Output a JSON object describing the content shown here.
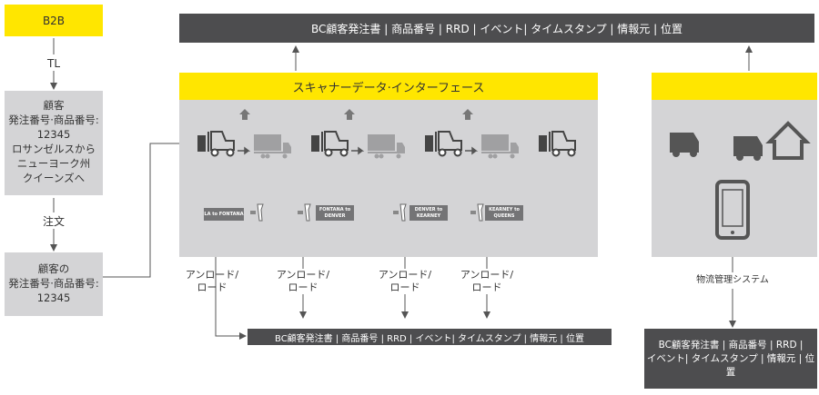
{
  "left": {
    "b2b": "B2B",
    "tl": "TL",
    "customer_box": "顧客\n発注番号·商品番号:\n12345\nロサンゼルスから\nニューヨーク州\nクイーンズへ",
    "order": "注文",
    "order_box": "顧客の\n発注番号·商品番号:\n12345"
  },
  "top_bar": "BC顧客発注書 | 商品番号 | RRD | イベント| タイムスタンプ | 情報元 | 位置",
  "scanner_title": "スキャナーデータ·インターフェース",
  "tags": [
    "LA to FONTANA",
    "FONTANA to\nDENVER",
    "DENVER to\nKEARNEY",
    "KEARNEY to\nQUEENS"
  ],
  "unload_label": "アンロード/\nロード",
  "bottom_bar": "BC顧客発注書 | 商品番号 | RRD | イベント| タイムスタンプ | 情報元 | 位置",
  "right": {
    "system_label": "物流管理システム",
    "result_box": "BC顧客発注書 | 商品番号 | RRD |\nイベント| タイムスタンプ | 情報元 | 位置"
  },
  "colors": {
    "yellow": "#ffe600",
    "panel": "#d4d4d6",
    "dark": "#4d4d4f"
  }
}
